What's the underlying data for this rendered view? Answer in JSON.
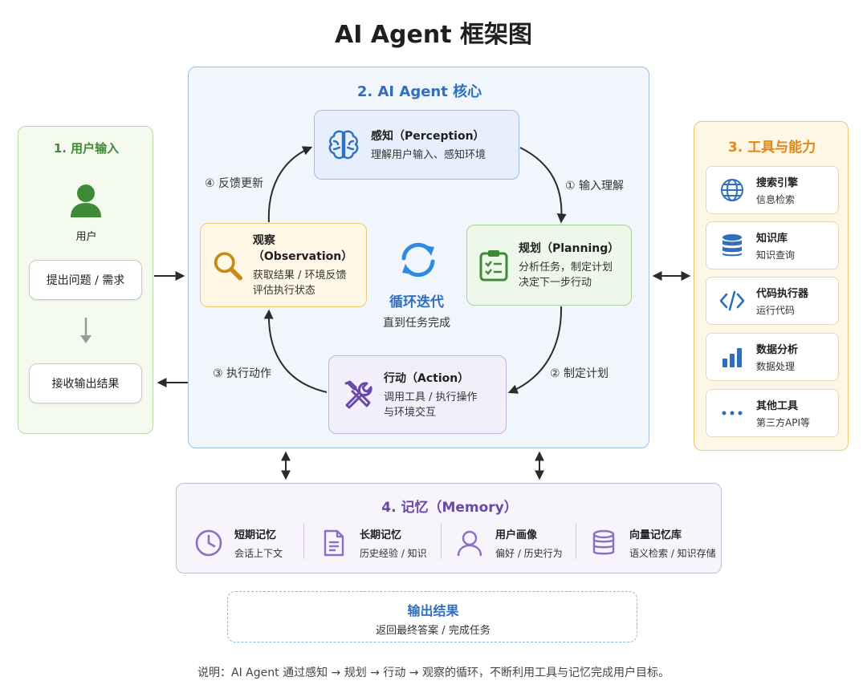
{
  "title": "AI Agent 框架图",
  "panel1": {
    "title": "1. 用户输入",
    "user_label": "用户",
    "bubble_input": "提出问题 / 需求",
    "bubble_output": "接收输出结果"
  },
  "panel2": {
    "title": "2. AI Agent 核心",
    "perception": {
      "title": "感知（Perception）",
      "desc": "理解用户输入、感知环境"
    },
    "planning": {
      "title": "规划（Planning）",
      "desc1": "分析任务，制定计划",
      "desc2": "决定下一步行动"
    },
    "action": {
      "title": "行动（Action）",
      "desc1": "调用工具 / 执行操作",
      "desc2": "与环境交互"
    },
    "observation": {
      "title": "观察（Observation）",
      "desc1": "获取结果 / 环境反馈",
      "desc2": "评估执行状态"
    },
    "center_title": "循环迭代",
    "center_sub": "直到任务完成",
    "step1": "① 输入理解",
    "step2": "② 制定计划",
    "step3": "③ 执行动作",
    "step4": "④ 反馈更新"
  },
  "panel3": {
    "title": "3. 工具与能力",
    "tools": [
      {
        "name": "搜索引擎",
        "desc": "信息检索",
        "icon": "globe-icon"
      },
      {
        "name": "知识库",
        "desc": "知识查询",
        "icon": "database-icon"
      },
      {
        "name": "代码执行器",
        "desc": "运行代码",
        "icon": "code-icon"
      },
      {
        "name": "数据分析",
        "desc": "数据处理",
        "icon": "bar-chart-icon"
      },
      {
        "name": "其他工具",
        "desc": "第三方API等",
        "icon": "more-dots-icon"
      }
    ]
  },
  "panel4": {
    "title": "4. 记忆（Memory）",
    "items": [
      {
        "name": "短期记忆",
        "desc": "会话上下文",
        "icon": "clock-icon"
      },
      {
        "name": "长期记忆",
        "desc": "历史经验 / 知识",
        "icon": "document-icon"
      },
      {
        "name": "用户画像",
        "desc": "偏好 / 历史行为",
        "icon": "user-outline-icon"
      },
      {
        "name": "向量记忆库",
        "desc": "语义检索 / 知识存储",
        "icon": "database-icon"
      }
    ]
  },
  "output": {
    "title": "输出结果",
    "desc": "返回最终答案 / 完成任务"
  },
  "note": "说明：AI Agent 通过感知 → 规划 → 行动 → 观察的循环，不断利用工具与记忆完成用户目标。",
  "colors": {
    "blue": "#2f6fbf",
    "green": "#3e8a35",
    "orange": "#e08a14",
    "purple": "#6a48a8",
    "yellow": "#c98a12"
  }
}
